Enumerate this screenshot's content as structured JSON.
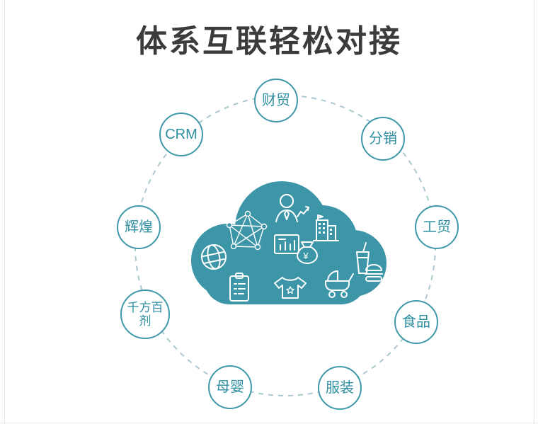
{
  "title": "体系互联轻松对接",
  "cloud": {
    "money_symbol": "¥"
  },
  "nodes": [
    {
      "label": "财贸"
    },
    {
      "label": "分销"
    },
    {
      "label": "工贸"
    },
    {
      "label": "食品"
    },
    {
      "label": "服装"
    },
    {
      "label": "母婴"
    },
    {
      "label": "千方百剂"
    },
    {
      "label": "辉煌"
    },
    {
      "label": "CRM"
    }
  ],
  "colors": {
    "cloud": "#3d96a8",
    "node_border": "#3e98a9",
    "node_text": "#2e8fa2",
    "dashed_ring": "#abc8d1",
    "title_text": "#3b3b3b"
  }
}
